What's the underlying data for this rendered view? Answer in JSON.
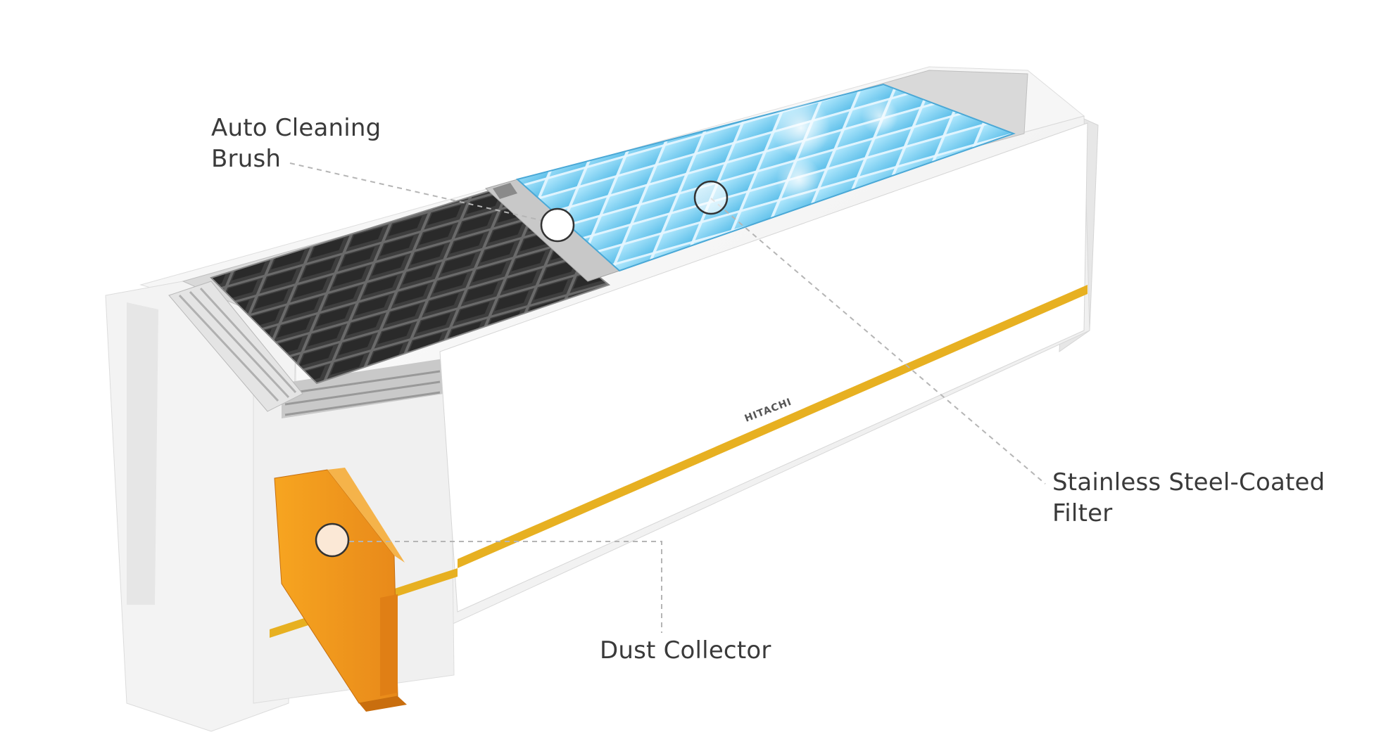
{
  "labels": {
    "auto_cleaning_brush": [
      "Auto Cleaning",
      "Brush"
    ],
    "stainless_filter": [
      "Stainless Steel-Coated",
      "Filter"
    ],
    "dust_collector": "Dust Collector"
  },
  "brand": "HITACHI",
  "colors": {
    "body": "#f2f2f2",
    "accent_stripe": "#e7b021",
    "dust_collector": "#f39a1c",
    "clean_filter": "#8fd3f2",
    "dirty_filter": "#3b3b3b",
    "callout_line": "#b5b5b5",
    "label_text": "#3a3a3a"
  }
}
